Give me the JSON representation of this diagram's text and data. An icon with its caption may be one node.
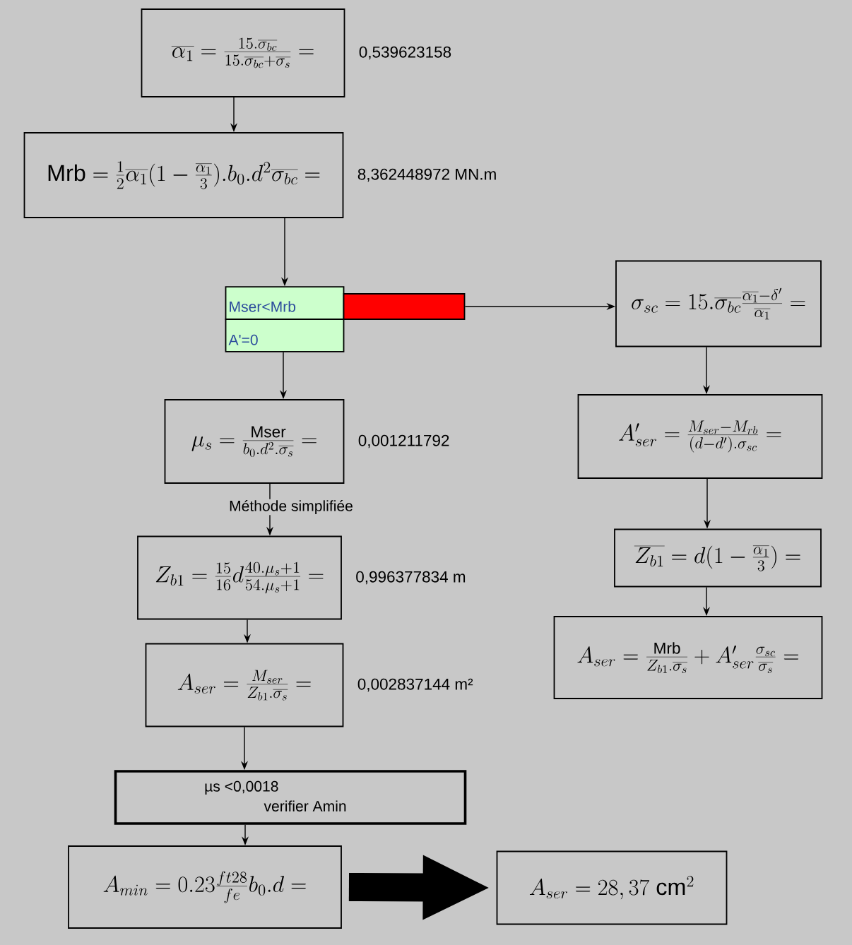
{
  "diagram": {
    "nodes": [
      {
        "text": [
          "\\overline{\\alpha_1}=\\frac{15.\\overline{\\sigma_{bc}}}{15.\\overline{\\sigma_{bc}}+\\overline{\\sigma_s}}="
        ],
        "beside": [
          "0,539623158"
        ]
      },
      {
        "text": [
          "\\mathrm{Mrb}=\\frac{1}{2}\\overline{\\alpha_1}(1-\\frac{\\overline{\\alpha_1}}{3}).b_0.d^2\\overline{\\sigma_{bc}}="
        ],
        "beside": [
          "8,362448972 MN.m"
        ]
      },
      {
        "text": [
          "Mser<Mrb",
          "A'=0"
        ]
      },
      {
        "text": [],
        "shape": "bar"
      },
      {
        "text": [
          "\\sigma_{sc}=15.\\overline{\\sigma_{bc}}\\frac{\\overline{\\alpha_1}-\\delta'}{\\overline{\\alpha_1}}="
        ]
      },
      {
        "text": [
          "\\mu_s=\\frac{\\mathrm{Mser}}{b_0.d^2.\\overline{\\sigma_s}}="
        ],
        "beside": [
          "0,001211792"
        ]
      },
      {
        "text": [
          "Z_{b1}=\\frac{15}{16}d\\frac{40.\\mu_s+1}{54.\\mu_s+1}="
        ],
        "beside": [
          "0,996377834 m"
        ]
      },
      {
        "text": [
          "A_{ser}=\\frac{M_{ser}}{Z_{b1}.\\overline{\\sigma_s}}="
        ],
        "beside": [
          "0,002837144 m²"
        ]
      },
      {
        "text": [
          "µs <0,0018",
          "verifier Amin"
        ]
      },
      {
        "text": [
          "A_{min}=0.23\\frac{ft28}{fe}b_0.d="
        ]
      },
      {
        "text": [
          "A_{ser}=28,37\\ \\mathrm{cm}^2"
        ]
      },
      {
        "text": [
          "A'_{ser}=\\frac{M_{ser}-M_{rb}}{(d-d').\\sigma_{sc}}="
        ]
      },
      {
        "text": [
          "\\overline{Z_{b1}}=d(1-\\frac{\\overline{\\alpha_1}}{3})="
        ]
      },
      {
        "text": [
          "A_{ser}=\\frac{\\mathrm{Mrb}}{Z_{b1}.\\overline{\\sigma_s}}+A'_{ser}\\frac{\\sigma_{sc}}{\\overline{\\sigma_s}}="
        ]
      }
    ],
    "edges": [
      {
        "from": 0,
        "to": 1,
        "arrow": "to"
      },
      {
        "from": 1,
        "to": 2,
        "arrow": "to"
      },
      {
        "from": 3,
        "to": 4,
        "arrow": "to"
      },
      {
        "from": 2,
        "to": 5,
        "arrow": "to"
      },
      {
        "from": 5,
        "to": 6,
        "arrow": "to",
        "label": "Méthode simplifiée"
      },
      {
        "from": 6,
        "to": 7,
        "arrow": "to"
      },
      {
        "from": 7,
        "to": 8,
        "arrow": "to"
      },
      {
        "from": 8,
        "to": 9,
        "arrow": "to"
      },
      {
        "from": 9,
        "to": 10,
        "arrow": "to",
        "style": "thick"
      },
      {
        "from": 4,
        "to": 11,
        "arrow": "to"
      },
      {
        "from": 11,
        "to": 12,
        "arrow": "to"
      },
      {
        "from": 12,
        "to": 13,
        "arrow": "to"
      }
    ]
  }
}
